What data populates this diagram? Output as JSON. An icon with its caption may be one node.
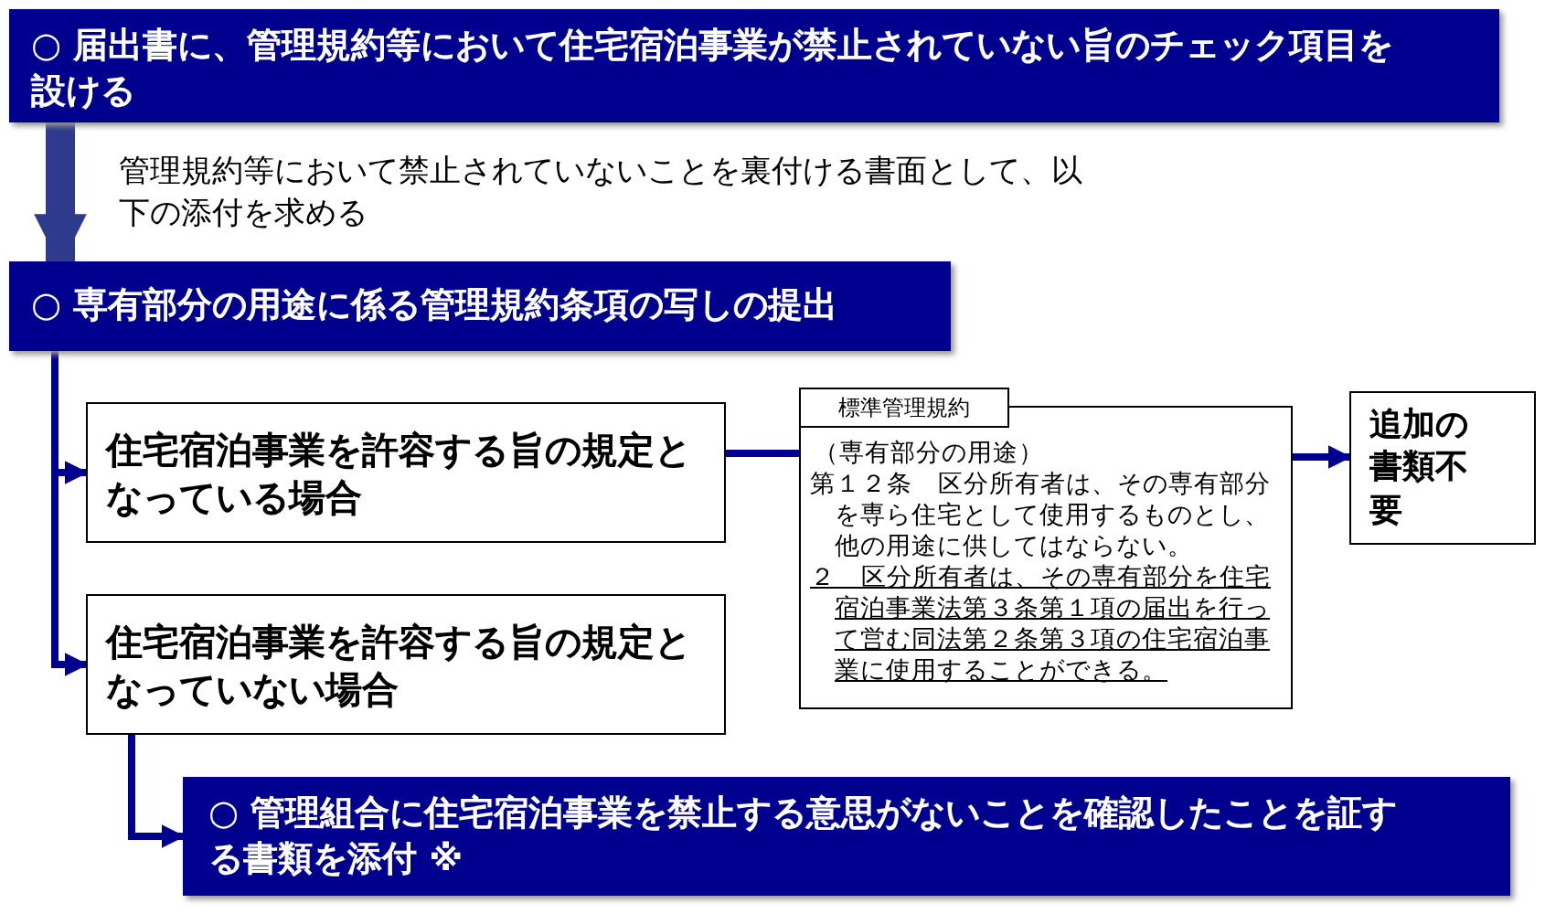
{
  "diagram": {
    "nodes": [
      {
        "text": [
          "○ 届出書に、管理規約等において住宅宿泊事業が禁止されていない旨のチェック項目を設ける"
        ]
      },
      {
        "text": [
          "○ 専有部分の用途に係る管理規約条項の写しの提出"
        ]
      },
      {
        "text": [
          "住宅宿泊事業を許容する旨の規定となっている場合"
        ]
      },
      {
        "text": [
          "住宅宿泊事業を許容する旨の規定となっていない場合"
        ]
      },
      {
        "text": [
          "標準管理規約",
          "（専有部分の用途）",
          "第１２条　区分所有者は、その専有部分を専ら住宅として使用するものとし、他の用途に供してはならない。",
          "２　区分所有者は、その専有部分を住宅宿泊事業法第３条第１項の届出を行って営む同法第２条第３項の住宅宿泊事業に使用することができる。"
        ]
      },
      {
        "text": [
          "追加の書類不要"
        ]
      },
      {
        "text": [
          "○ 管理組合に住宅宿泊事業を禁止する意思がないことを確認したことを証する書類を添付 ※"
        ]
      }
    ],
    "edges": [
      {
        "from": 0,
        "to": 1,
        "arrow": "to",
        "style": "thick",
        "label": "管理規約等において禁止されていないことを裏付ける書面として、以下の添付を求める"
      },
      {
        "from": 1,
        "to": 2,
        "arrow": "to"
      },
      {
        "from": 1,
        "to": 3,
        "arrow": "to"
      },
      {
        "from": 2,
        "to": 4,
        "arrow": "none"
      },
      {
        "from": 4,
        "to": 5,
        "arrow": "to"
      },
      {
        "from": 3,
        "to": 6,
        "arrow": "to"
      }
    ]
  }
}
